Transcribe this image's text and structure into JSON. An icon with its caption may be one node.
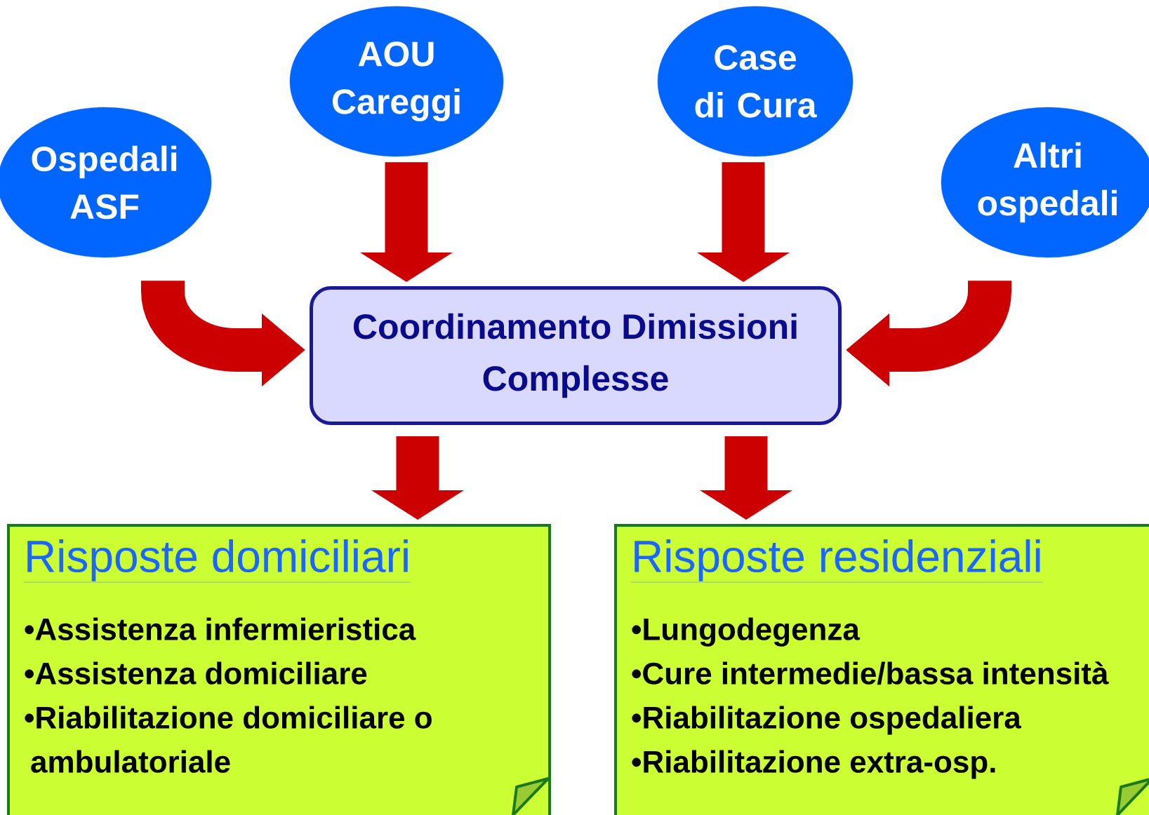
{
  "diagram": {
    "nodes": [
      {
        "text": [
          "Ospedali ASF"
        ]
      },
      {
        "text": [
          "AOU Careggi"
        ]
      },
      {
        "text": [
          "Case di Cura"
        ]
      },
      {
        "text": [
          "Altri ospedali"
        ]
      },
      {
        "text": [
          "Coordinamento Dimissioni Complesse"
        ]
      },
      {
        "text": [
          "Risposte domiciliari",
          "•Assistenza infermieristica",
          "•Assistenza domiciliare",
          "•Riabilitazione domiciliare o ambulatoriale"
        ]
      },
      {
        "text": [
          "Risposte residenziali",
          "•Lungodegenza",
          "•Cure intermedie/bassa intensità",
          "•Riabilitazione ospedaliera",
          "•Riabilitazione extra-osp."
        ]
      }
    ],
    "edges": [
      {
        "from": 0,
        "to": 4,
        "arrow": "to"
      },
      {
        "from": 1,
        "to": 4,
        "arrow": "to"
      },
      {
        "from": 2,
        "to": 4,
        "arrow": "to"
      },
      {
        "from": 3,
        "to": 4,
        "arrow": "to"
      },
      {
        "from": 4,
        "to": 5,
        "arrow": "to"
      },
      {
        "from": 4,
        "to": 6,
        "arrow": "to"
      }
    ]
  }
}
